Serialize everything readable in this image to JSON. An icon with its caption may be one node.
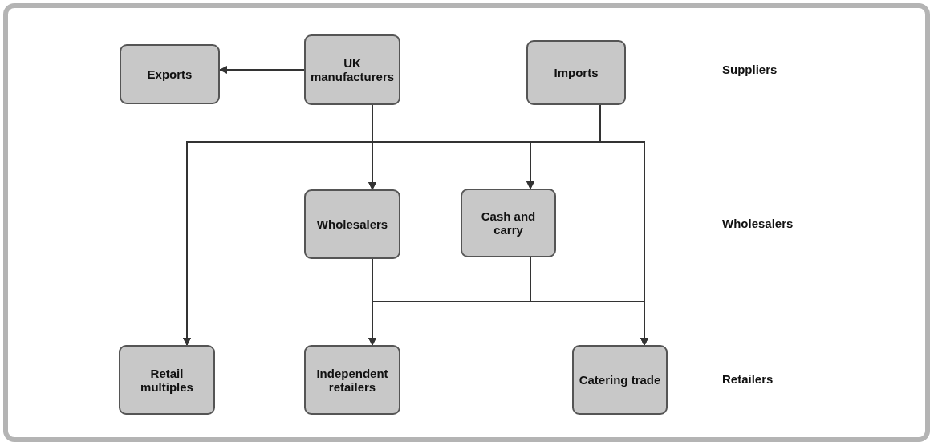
{
  "diagram": {
    "nodes": [
      {
        "text": [
          "Exports"
        ]
      },
      {
        "text": [
          "UK manufacturers"
        ]
      },
      {
        "text": [
          "Imports"
        ]
      },
      {
        "text": [
          "Wholesalers"
        ]
      },
      {
        "text": [
          "Cash and carry"
        ]
      },
      {
        "text": [
          "Retail multiples"
        ]
      },
      {
        "text": [
          "Independent retailers"
        ]
      },
      {
        "text": [
          "Catering trade"
        ]
      }
    ],
    "edges": [
      {
        "from": 1,
        "to": 0,
        "arrow": "to"
      },
      {
        "from": 1,
        "to": 5,
        "arrow": "to"
      },
      {
        "from": 1,
        "to": 3,
        "arrow": "to"
      },
      {
        "from": 1,
        "to": 4,
        "arrow": "to"
      },
      {
        "from": 1,
        "to": 7,
        "arrow": "to"
      },
      {
        "from": 2,
        "to": 5,
        "arrow": "to"
      },
      {
        "from": 2,
        "to": 3,
        "arrow": "to"
      },
      {
        "from": 2,
        "to": 4,
        "arrow": "to"
      },
      {
        "from": 2,
        "to": 7,
        "arrow": "to"
      },
      {
        "from": 3,
        "to": 6,
        "arrow": "to"
      },
      {
        "from": 3,
        "to": 7,
        "arrow": "to"
      },
      {
        "from": 4,
        "to": 6,
        "arrow": "to"
      },
      {
        "from": 4,
        "to": 7,
        "arrow": "to"
      }
    ],
    "labels": [
      "Suppliers",
      "Wholesalers",
      "Retailers"
    ]
  }
}
